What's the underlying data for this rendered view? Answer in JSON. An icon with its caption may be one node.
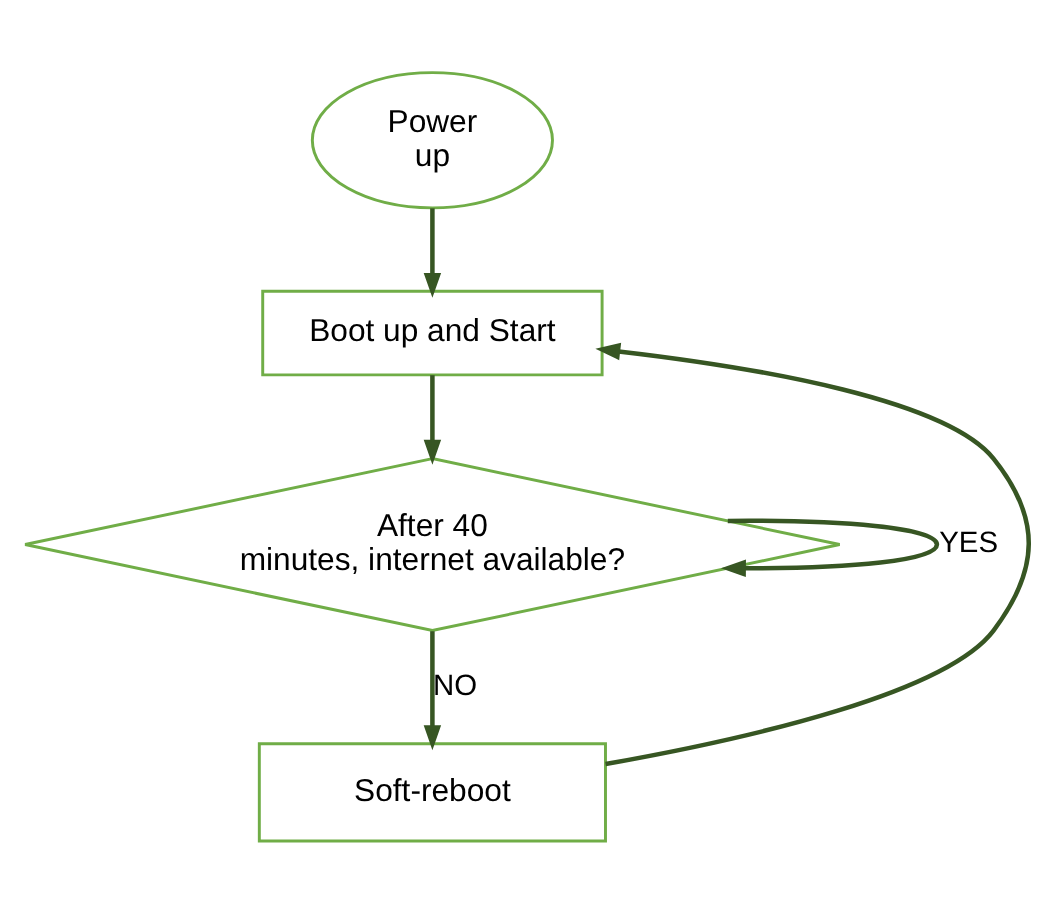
{
  "diagram": {
    "nodes": [
      {
        "text": [
          "Power up"
        ]
      },
      {
        "text": [
          "Boot up and Start"
        ]
      },
      {
        "text": [
          "After 40 minutes, internet available?"
        ]
      },
      {
        "text": [
          "Soft-reboot"
        ]
      }
    ],
    "edges": [
      {
        "from": 0,
        "to": 1,
        "arrow": "to"
      },
      {
        "from": 1,
        "to": 2,
        "arrow": "to"
      },
      {
        "from": 2,
        "to": 3,
        "arrow": "to",
        "label": "NO"
      },
      {
        "from": 3,
        "to": 1,
        "arrow": "to"
      },
      {
        "from": 2,
        "to": 2,
        "arrow": "to",
        "label": "YES"
      }
    ]
  }
}
